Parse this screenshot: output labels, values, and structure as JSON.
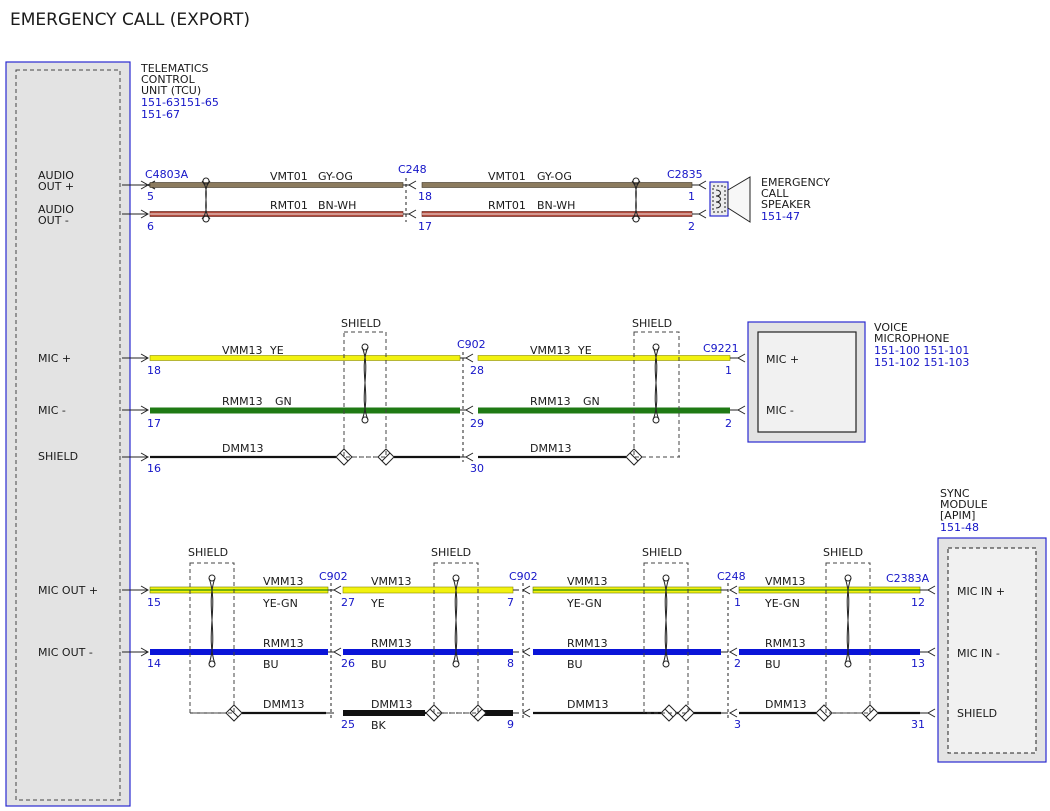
{
  "title": "EMERGENCY CALL (EXPORT)",
  "colors": {
    "label_blue": "#1515c8",
    "box_border": "#2a2ad0",
    "wire_gy_og": "#8c7b5e",
    "wire_bn_wh": "#a83a2e",
    "wire_ye": "#f2f20f",
    "wire_gn": "#1f7a14",
    "wire_bu": "#0a14d8",
    "wire_bk": "#111111"
  },
  "tcu": {
    "label": [
      "TELEMATICS",
      "CONTROL",
      "UNIT (TCU)"
    ],
    "refs": [
      "151-63151-65",
      "151-67"
    ],
    "pins": {
      "audio_out_plus": [
        "AUDIO",
        "OUT +"
      ],
      "audio_out_minus": [
        "AUDIO",
        "OUT -"
      ],
      "mic_plus": "MIC +",
      "mic_minus": "MIC -",
      "shield": "SHIELD",
      "mic_out_plus": "MIC OUT +",
      "mic_out_minus": "MIC OUT -"
    }
  },
  "speaker": {
    "label": [
      "EMERGENCY",
      "CALL",
      "SPEAKER"
    ],
    "ref": "151-47"
  },
  "microphone": {
    "label": [
      "VOICE",
      "MICROPHONE"
    ],
    "refs": [
      "151-100  151-101",
      "151-102  151-103"
    ],
    "pins": {
      "mic_plus": "MIC +",
      "mic_minus": "MIC -"
    }
  },
  "sync": {
    "label": [
      "SYNC",
      "MODULE",
      "[APIM]"
    ],
    "ref": "151-48",
    "pins": {
      "mic_in_plus": "MIC IN +",
      "mic_in_minus": "MIC IN -",
      "shield": "SHIELD"
    }
  },
  "connectors": {
    "c4803a": "C4803A",
    "c248": "C248",
    "c2835": "C2835",
    "c902": "C902",
    "c9221": "C9221",
    "c2383a": "C2383A"
  },
  "shield_label": "SHIELD",
  "circuits": {
    "vmt01": "VMT01",
    "gy_og": "GY-OG",
    "rmt01": "RMT01",
    "bn_wh": "BN-WH",
    "vmm13": "VMM13",
    "ye": "YE",
    "ye_gn": "YE-GN",
    "rmm13": "RMM13",
    "gn": "GN",
    "bu": "BU",
    "dmm13": "DMM13",
    "bk": "BK"
  },
  "pin_numbers": {
    "p5": "5",
    "p6": "6",
    "p18": "18",
    "p17": "17",
    "p1": "1",
    "p2": "2",
    "p28": "28",
    "p29": "29",
    "p30": "30",
    "p16": "16",
    "p15": "15",
    "p14": "14",
    "p27": "27",
    "p26": "26",
    "p25": "25",
    "p7": "7",
    "p8": "8",
    "p9": "9",
    "p3": "3",
    "p12": "12",
    "p13": "13",
    "p31": "31"
  }
}
